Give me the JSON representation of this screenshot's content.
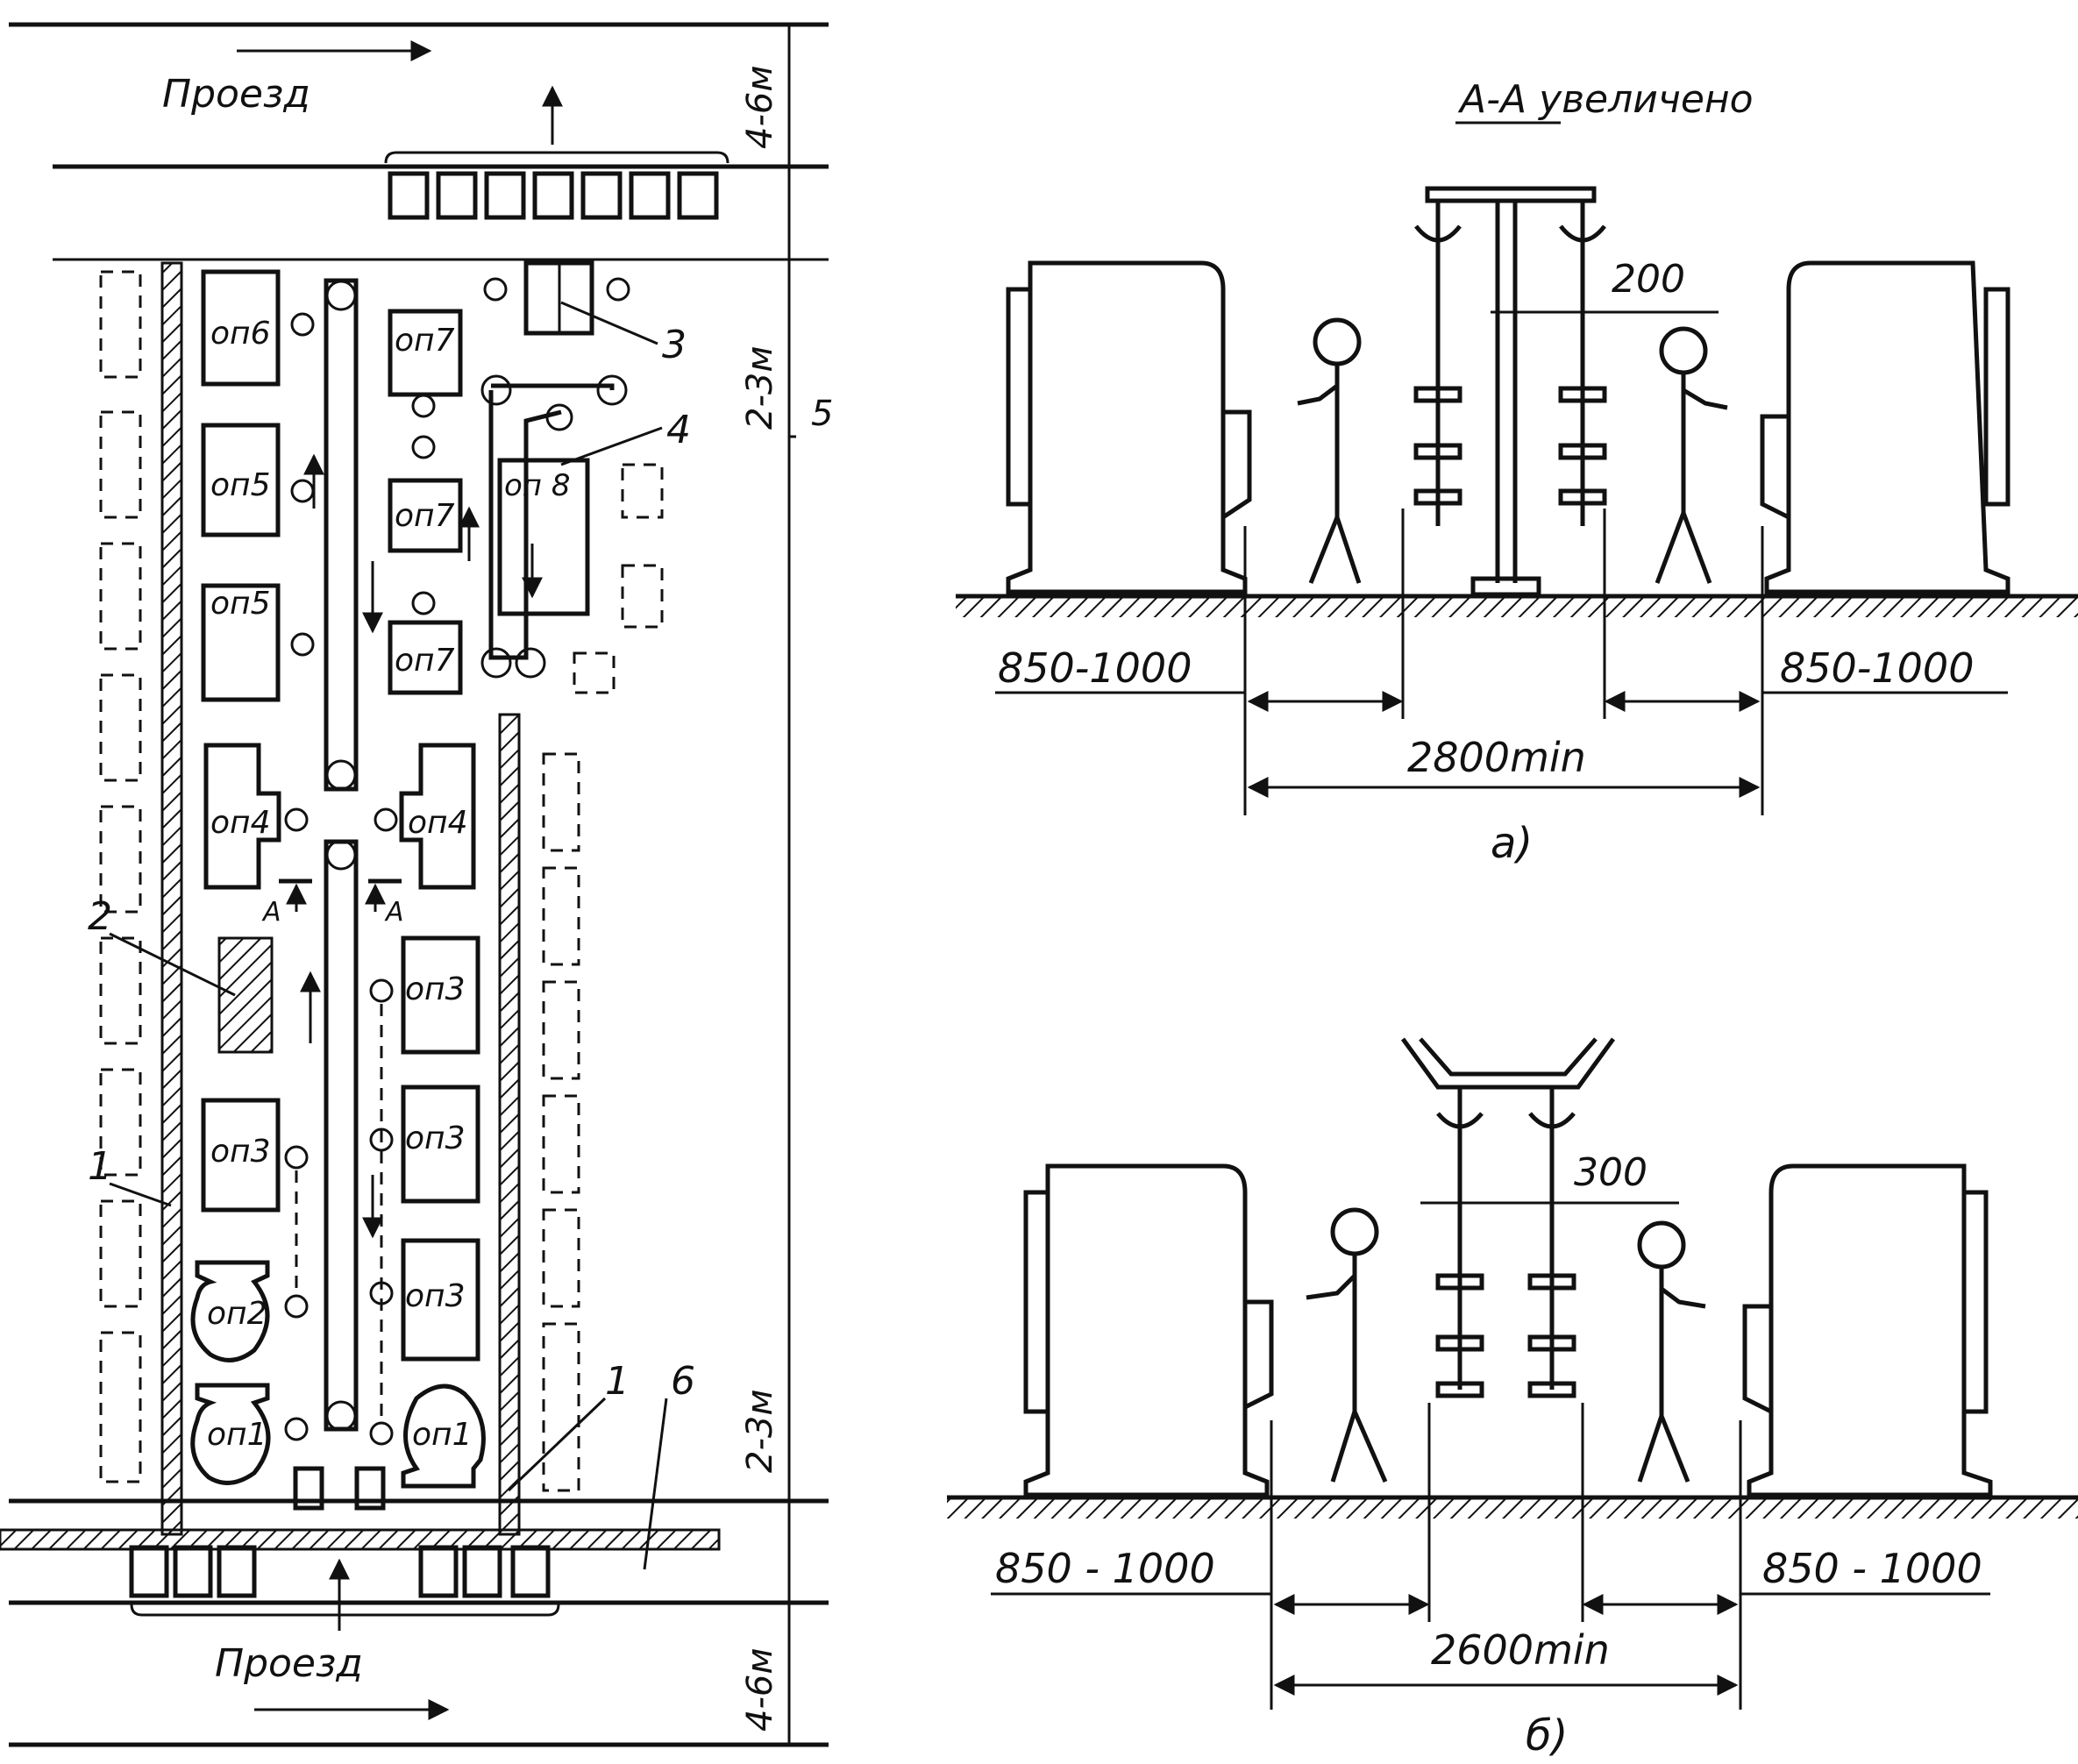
{
  "plan": {
    "passage_top": "Проезд",
    "passage_bottom": "Проезд",
    "dim_top": "4-6м",
    "dim_bottom": "4-6м",
    "dim_gap_top": "2-3м",
    "dim_gap_bottom": "2-3м",
    "callouts": {
      "c1": "1",
      "c1b": "1",
      "c2": "2",
      "c3": "3",
      "c4": "4",
      "c5": "5",
      "c6": "6"
    },
    "section_marker": "A",
    "machines": {
      "op6": "оп6",
      "op5a": "оп5",
      "op5b": "оп5",
      "op7a": "оп7",
      "op7b": "оп7",
      "op7c": "оп7",
      "op8": "оп 8",
      "op4a": "оп4",
      "op4b": "оп4",
      "op3a": "оп3",
      "op3b": "оп3",
      "op3c": "оп3",
      "op3d": "оп3",
      "op2": "оп2",
      "op1a": "оп1",
      "op1b": "оп1"
    }
  },
  "section_a": {
    "title": "А-А  увеличено",
    "dim_gap": "200",
    "dim_left": "850-1000",
    "dim_right": "850-1000",
    "dim_total": "2800min",
    "caption": "а)"
  },
  "section_b": {
    "dim_gap": "300",
    "dim_left": "850 - 1000",
    "dim_right": "850 - 1000",
    "dim_total": "2600min",
    "caption": "б)"
  }
}
